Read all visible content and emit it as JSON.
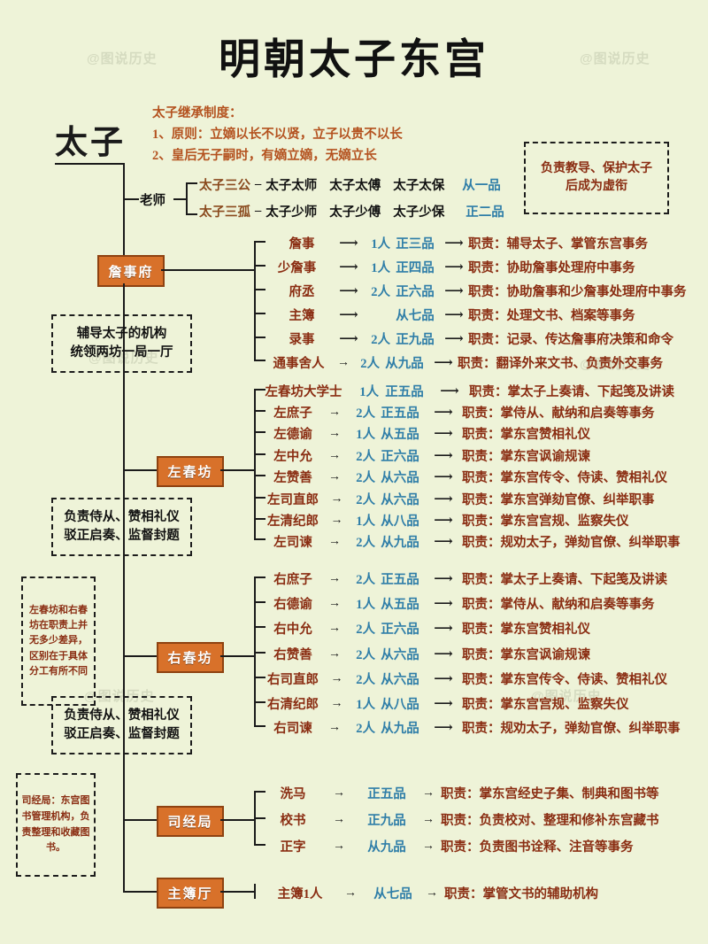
{
  "title": "明朝太子东宫",
  "watermark": "@图说历史",
  "prince": "太子",
  "succession": {
    "heading": "太子继承制度：",
    "line1": "1、原则：立嫡以长不以贤，立子以贵不以长",
    "line2": "2、皇后无子嗣时，有嫡立嫡，无嫡立长"
  },
  "teacher": {
    "label": "老师",
    "note": {
      "line1": "负责教导、保护太子",
      "line2": "后成为虚衔"
    },
    "rows": [
      {
        "group": "太子三公",
        "dash": "–",
        "names": [
          "太子太师",
          "太子太傅",
          "太子太保"
        ],
        "rank": "从一品"
      },
      {
        "group": "太子三孤",
        "dash": "–",
        "names": [
          "太子少师",
          "太子少傅",
          "太子少保"
        ],
        "rank": "正二品"
      }
    ]
  },
  "branches": [
    {
      "node": "詹事府",
      "note_below": {
        "line1": "辅导太子的机构",
        "line2": "统领两坊一局一厅"
      },
      "rows": [
        {
          "post": "詹事",
          "count": "1人",
          "rank": "正三品",
          "duty_label": "职责：",
          "duty": "辅导太子、掌管东宫事务"
        },
        {
          "post": "少詹事",
          "count": "1人",
          "rank": "正四品",
          "duty_label": "职责：",
          "duty": "协助詹事处理府中事务"
        },
        {
          "post": "府丞",
          "count": "2人",
          "rank": "正六品",
          "duty_label": "职责：",
          "duty": "协助詹事和少詹事处理府中事务"
        },
        {
          "post": "主簿",
          "count": "",
          "rank": "从七品",
          "duty_label": "职责：",
          "duty": "处理文书、档案等事务"
        },
        {
          "post": "录事",
          "count": "2人",
          "rank": "正九品",
          "duty_label": "职责：",
          "duty": "记录、传达詹事府决策和命令"
        },
        {
          "post": "通事舍人",
          "count": "2人",
          "rank": "从九品",
          "duty_label": "职责：",
          "duty": "翻译外来文书、负责外交事务"
        }
      ]
    },
    {
      "node": "左春坊",
      "note_below": {
        "line1": "负责侍从、赞相礼仪",
        "line2": "驳正启奏、监督封题"
      },
      "rows": [
        {
          "post": "左春坊大学士",
          "count": "1人",
          "rank": "正五品",
          "duty_label": "职责：",
          "duty": "掌太子上奏请、下起笺及讲读"
        },
        {
          "post": "左庶子",
          "count": "2人",
          "rank": "正五品",
          "duty_label": "职责：",
          "duty": "掌侍从、献纳和启奏等事务"
        },
        {
          "post": "左德谕",
          "count": "1人",
          "rank": "从五品",
          "duty_label": "职责：",
          "duty": "掌东宫赞相礼仪"
        },
        {
          "post": "左中允",
          "count": "2人",
          "rank": "正六品",
          "duty_label": "职责：",
          "duty": "掌东宫讽谕规谏"
        },
        {
          "post": "左赞善",
          "count": "2人",
          "rank": "从六品",
          "duty_label": "职责：",
          "duty": "掌东宫传令、侍读、赞相礼仪"
        },
        {
          "post": "左司直郎",
          "count": "2人",
          "rank": "从六品",
          "duty_label": "职责：",
          "duty": "掌东宫弹劾官僚、纠举职事"
        },
        {
          "post": "左清纪郎",
          "count": "1人",
          "rank": "从八品",
          "duty_label": "职责：",
          "duty": "掌东宫宫规、监察失仪"
        },
        {
          "post": "左司谏",
          "count": "2人",
          "rank": "从九品",
          "duty_label": "职责：",
          "duty": "规劝太子，弹劾官僚、纠举职事"
        }
      ]
    },
    {
      "node": "右春坊",
      "note_left": "左春坊和右春坊在职责上并无多少差异，区别在于具体分工有所不同",
      "note_below": {
        "line1": "负责侍从、赞相礼仪",
        "line2": "驳正启奏、监督封题"
      },
      "rows": [
        {
          "post": "右庶子",
          "count": "2人",
          "rank": "正五品",
          "duty_label": "职责：",
          "duty": "掌太子上奏请、下起笺及讲读"
        },
        {
          "post": "右德谕",
          "count": "1人",
          "rank": "从五品",
          "duty_label": "职责：",
          "duty": "掌侍从、献纳和启奏等事务"
        },
        {
          "post": "右中允",
          "count": "2人",
          "rank": "正六品",
          "duty_label": "职责：",
          "duty": "掌东宫赞相礼仪"
        },
        {
          "post": "右赞善",
          "count": "2人",
          "rank": "从六品",
          "duty_label": "职责：",
          "duty": "掌东宫讽谕规谏"
        },
        {
          "post": "右司直郎",
          "count": "2人",
          "rank": "从六品",
          "duty_label": "职责：",
          "duty": "掌东宫传令、侍读、赞相礼仪"
        },
        {
          "post": "右清纪郎",
          "count": "1人",
          "rank": "从八品",
          "duty_label": "职责：",
          "duty": "掌东宫宫规、监察失仪"
        },
        {
          "post": "右司谏",
          "count": "2人",
          "rank": "从九品",
          "duty_label": "职责：",
          "duty": "规劝太子，弹劾官僚、纠举职事"
        }
      ]
    },
    {
      "node": "司经局",
      "note_left": "司经局：东宫图书管理机构，负责整理和收藏图书。",
      "rows": [
        {
          "post": "洗马",
          "count": "",
          "rank": "正五品",
          "duty_label": "职责：",
          "duty": "掌东宫经史子集、制典和图书等"
        },
        {
          "post": "校书",
          "count": "",
          "rank": "正九品",
          "duty_label": "职责：",
          "duty": "负责校对、整理和修补东宫藏书"
        },
        {
          "post": "正字",
          "count": "",
          "rank": "从九品",
          "duty_label": "职责：",
          "duty": "负责图书诠释、注音等事务"
        }
      ]
    },
    {
      "node": "主簿厅",
      "rows": [
        {
          "post": "主簿1人",
          "count": "",
          "rank": "从七品",
          "duty_label": "职责：",
          "duty": "掌管文书的辅助机构"
        }
      ]
    }
  ],
  "colors": {
    "background": "#eef3d8",
    "node_fill": "#d8712a",
    "node_border": "#8e4211",
    "post_text": "#8a2d12",
    "rank_text": "#2f7ea8",
    "rule_text": "#b4521f",
    "line": "#1b1b1b"
  }
}
